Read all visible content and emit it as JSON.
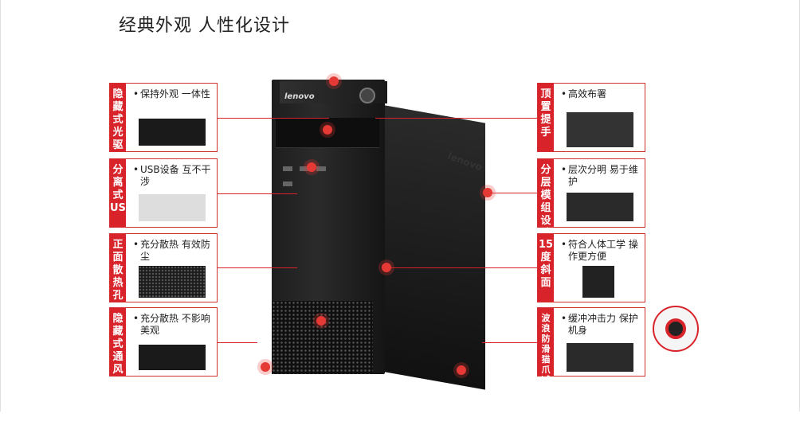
{
  "title": "经典外观  人性化设计",
  "brand": "lenovo",
  "left_cards": [
    {
      "tag": "隐藏式光驱",
      "text": "保持外观 一体性"
    },
    {
      "tag": "分离式USB",
      "text": "USB设备 互不干涉"
    },
    {
      "tag": "正面散热孔",
      "text": "充分散热 有效防尘"
    },
    {
      "tag": "隐藏式通风口",
      "text": "充分散热 不影响美观"
    }
  ],
  "right_cards": [
    {
      "tag": "顶置提手",
      "text": "高效布署"
    },
    {
      "tag": "分层模组设计",
      "text": "层次分明 易于维护"
    },
    {
      "tag": "15度斜面",
      "text": "符合人体工学 操作更方便"
    },
    {
      "tag": "波浪防滑猫爪减震脚垫设计",
      "text": "缓冲冲击力 保护机身"
    }
  ],
  "accent_color": "#d8232a"
}
